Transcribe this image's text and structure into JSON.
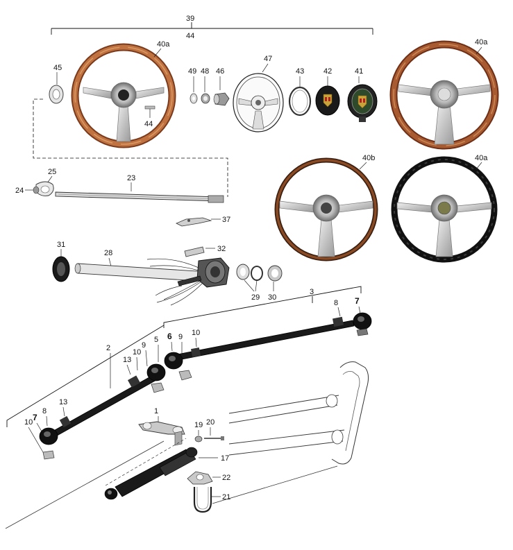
{
  "labels": {
    "l39": "39",
    "l44top": "44",
    "l40a_1": "40a",
    "l40a_2": "40a",
    "l40a_3": "40a",
    "l40b": "40b",
    "l45": "45",
    "l44": "44",
    "l49": "49",
    "l48": "48",
    "l46": "46",
    "l47": "47",
    "l43": "43",
    "l42": "42",
    "l41": "41",
    "l25": "25",
    "l24": "24",
    "l23": "23",
    "l37": "37",
    "l31": "31",
    "l28": "28",
    "l32": "32",
    "l29": "29",
    "l30": "30",
    "l3": "3",
    "l8a": "8",
    "l7a": "7",
    "l6": "6",
    "l9a": "9",
    "l10a": "10",
    "l5": "5",
    "l2": "2",
    "l13a": "13",
    "l10b": "10",
    "l9b": "9",
    "l13b": "13",
    "l8b": "8",
    "l7b": "7",
    "l10c": "10",
    "l1": "1",
    "l19": "19",
    "l20": "20",
    "l17": "17",
    "l22": "22",
    "l21": "21"
  },
  "colors": {
    "wood": "#b5643a",
    "wood_dark": "#7a3a1c",
    "wood_light": "#d08a55",
    "chrome": "#c9c9c9",
    "chrome_dark": "#8a8a8a",
    "black_part": "#1a1a1a"
  }
}
